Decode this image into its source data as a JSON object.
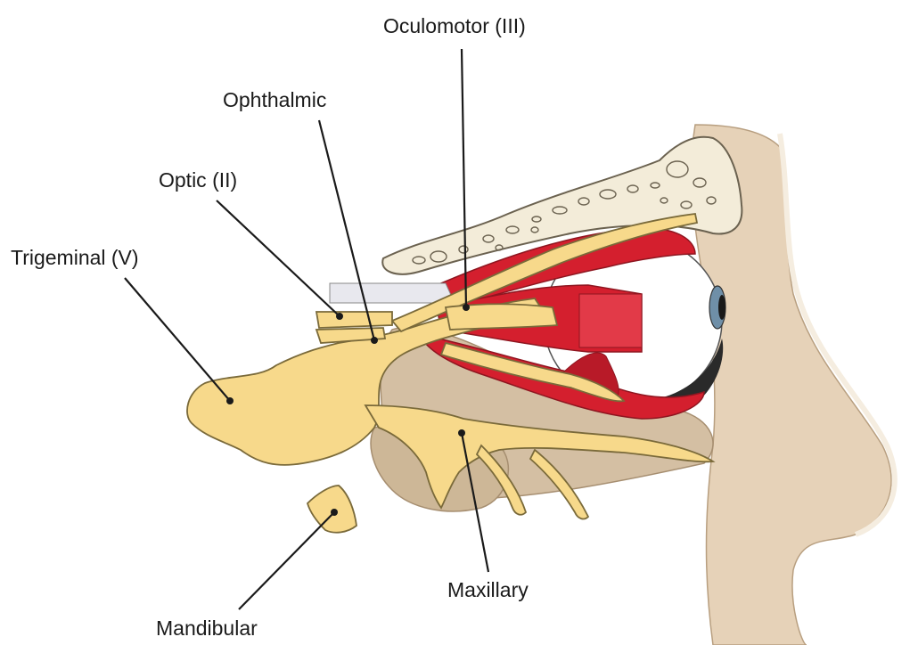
{
  "diagram": {
    "labels": {
      "oculomotor": "Oculomotor (III)",
      "ophthalmic": "Ophthalmic",
      "optic": "Optic (II)",
      "trigeminal": "Trigeminal (V)",
      "maxillary": "Maxillary",
      "mandibular": "Mandibular"
    },
    "colors": {
      "nerve": "#f7d98b",
      "nerve_outline": "#7a6a3a",
      "muscle": "#d41f2e",
      "muscle_dark": "#8e1620",
      "bone": "#f3ecd9",
      "tissue": "#e6d2b8",
      "tissue_dark": "#d4bfa3",
      "sclera": "#ffffff",
      "iris": "#6f8fa8"
    }
  }
}
